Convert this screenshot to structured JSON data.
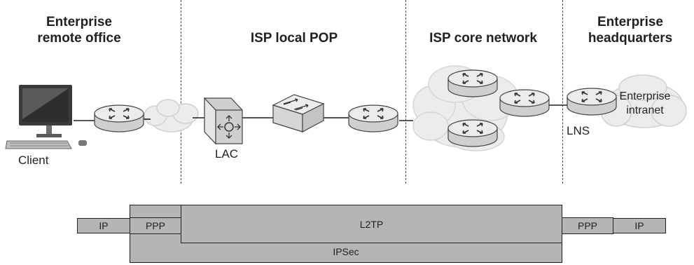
{
  "zones": {
    "remote_office": [
      "Enterprise",
      "remote office"
    ],
    "isp_pop": "ISP local POP",
    "isp_core": "ISP core network",
    "headquarters": [
      "Enterprise",
      "headquarters"
    ]
  },
  "devices": {
    "client": "Client",
    "lac": "LAC",
    "lns": "LNS",
    "intranet": [
      "Enterprise",
      "intranet"
    ]
  },
  "protocol_stack": {
    "ip_left": "IP",
    "ppp_left": "PPP",
    "l2tp": "L2TP",
    "ppp_right": "PPP",
    "ip_right": "IP",
    "ipsec": "IPSec"
  },
  "colors": {
    "device_fill": "#dcdcdc",
    "cloud_fill": "#ececec",
    "bar_fill": "#b5b5b5",
    "line": "#231f20"
  }
}
